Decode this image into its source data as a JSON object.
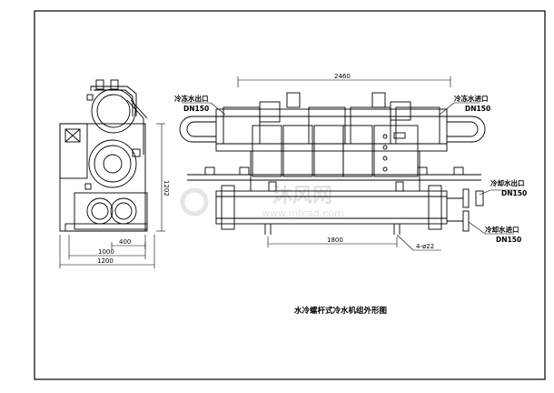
{
  "drawing": {
    "caption": "水冷螺杆式冷水机组外形图",
    "labels": {
      "chilled_water_out": "冷冻水出口",
      "chilled_water_out_dn": "DN150",
      "chilled_water_in": "冷冻水进口",
      "chilled_water_in_dn": "DN150",
      "cooling_water_out": "冷却水出口",
      "cooling_water_out_dn": "DN150",
      "cooling_water_in": "冷却水进口",
      "cooling_water_in_dn": "DN150"
    },
    "dimensions": {
      "overall_length": "2460",
      "height": "1202",
      "side_width_inner": "1000",
      "side_width_outer": "1200",
      "side_offset": "400",
      "anchor_spacing": "1800",
      "anchor_holes": "4-ø22"
    },
    "watermark": {
      "brand": "沐风网",
      "url": "www.mfcad.com"
    }
  }
}
